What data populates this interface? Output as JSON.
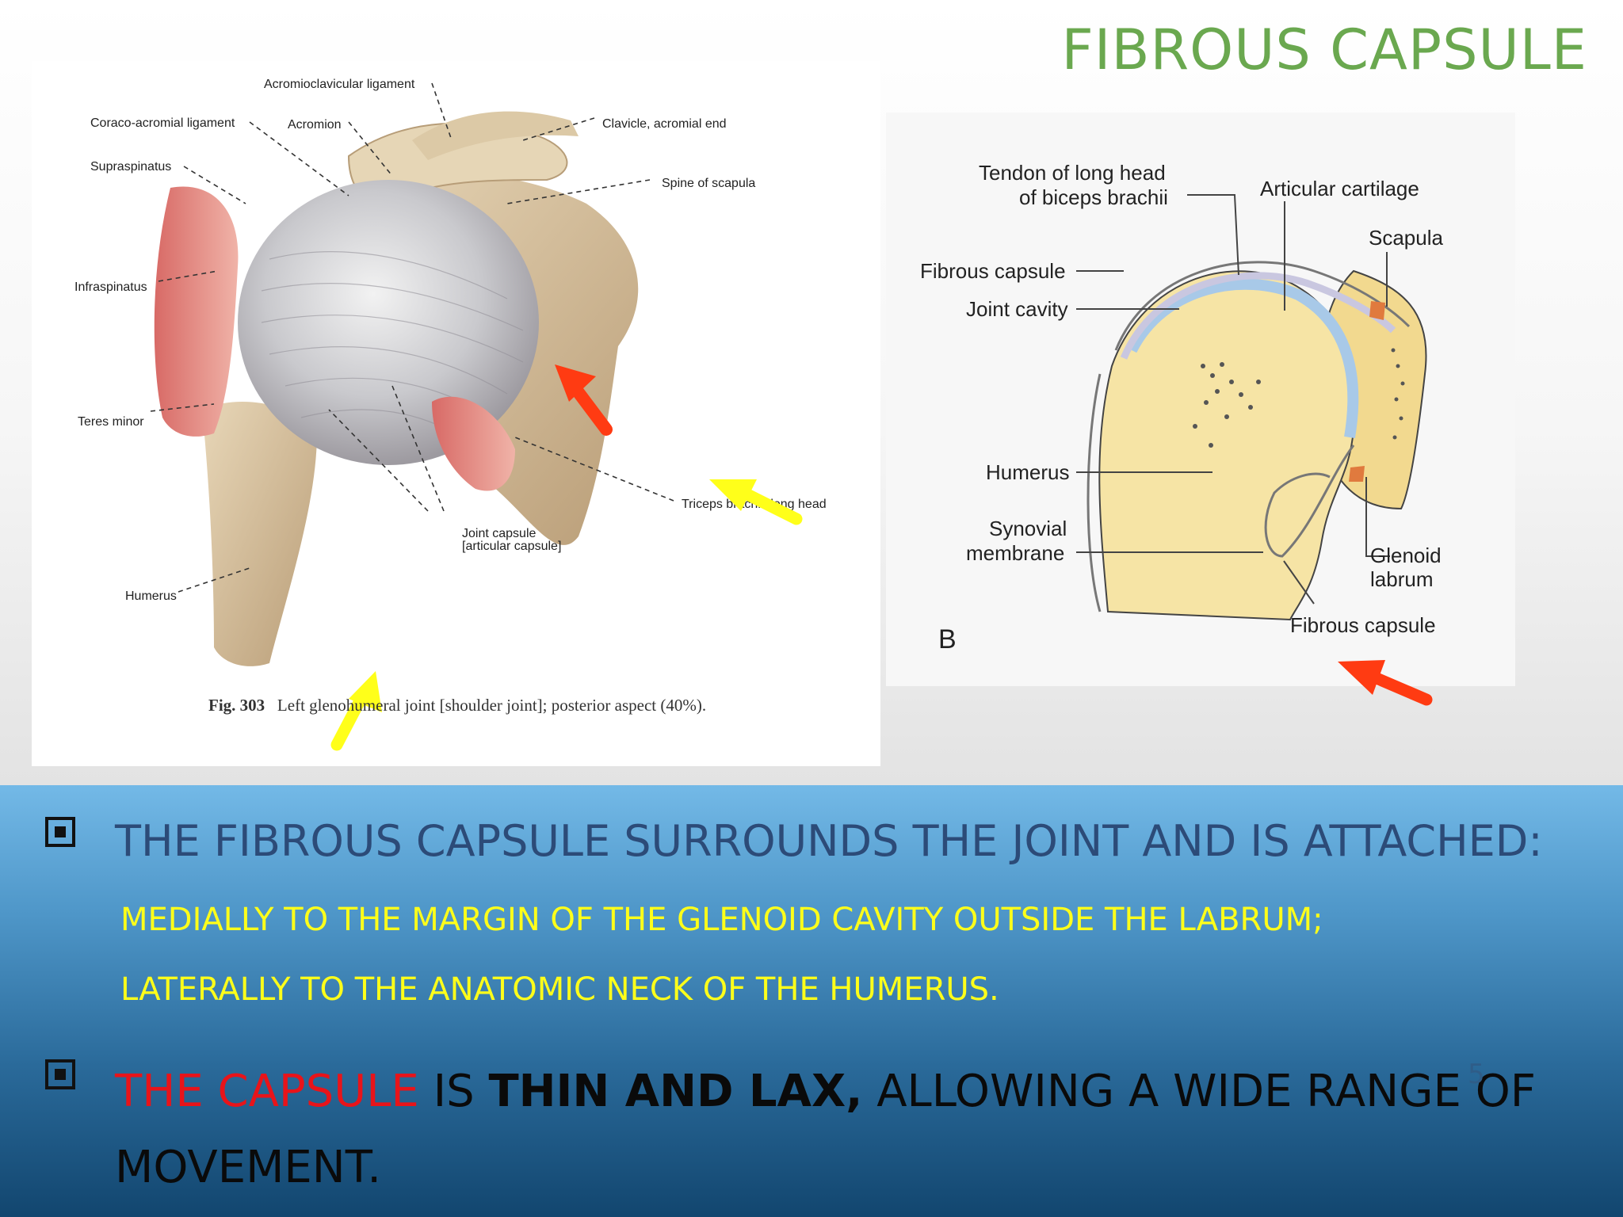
{
  "slide": {
    "title": "FIBROUS CAPSULE",
    "page_number": "5"
  },
  "figure_left": {
    "labels": {
      "acromioclavicular": "Acromioclavicular ligament",
      "coraco_acromial": "Coraco-acromial ligament",
      "acromion": "Acromion",
      "clavicle": "Clavicle, acromial end",
      "supraspinatus": "Supraspinatus",
      "spine_scapula": "Spine of scapula",
      "infraspinatus": "Infraspinatus",
      "teres_minor": "Teres minor",
      "triceps": "Triceps brachii, long head",
      "joint_capsule_1": "Joint capsule",
      "joint_capsule_2": "[articular capsule]",
      "humerus": "Humerus"
    },
    "caption_num": "Fig. 303",
    "caption_text": "Left glenohumeral joint [shoulder joint]; posterior aspect (40%)."
  },
  "figure_right": {
    "labels": {
      "tendon_1": "Tendon of long head",
      "tendon_2": "of biceps brachii",
      "articular_cartilage": "Articular cartilage",
      "scapula": "Scapula",
      "fibrous_capsule_top": "Fibrous capsule",
      "joint_cavity": "Joint cavity",
      "humerus": "Humerus",
      "synovial_1": "Synovial",
      "synovial_2": "membrane",
      "glenoid_1": "Glenoid",
      "glenoid_2": "labrum",
      "fibrous_capsule_bottom": "Fibrous capsule",
      "panel_letter": "B"
    }
  },
  "bullets": {
    "b1": "THE FIBROUS CAPSULE SURROUNDS THE JOINT AND IS ATTACHED:",
    "b1_sub1": "MEDIALLY TO THE MARGIN OF THE GLENOID CAVITY OUTSIDE THE LABRUM;",
    "b1_sub2": "LATERALLY TO THE ANATOMIC NECK OF THE HUMERUS.",
    "b2_red": "THE CAPSULE",
    "b2_is": " IS ",
    "b2_bold": "THIN AND LAX,",
    "b2_rest": " ALLOWING A WIDE RANGE OF MOVEMENT."
  },
  "colors": {
    "title_green": "#6aa84f",
    "arrow_red": "#ff3b12",
    "arrow_yellow": "#ffff1a",
    "sub_yellow": "#ffff1a",
    "band_top": "#73b9e7",
    "band_bottom": "#12466f"
  }
}
